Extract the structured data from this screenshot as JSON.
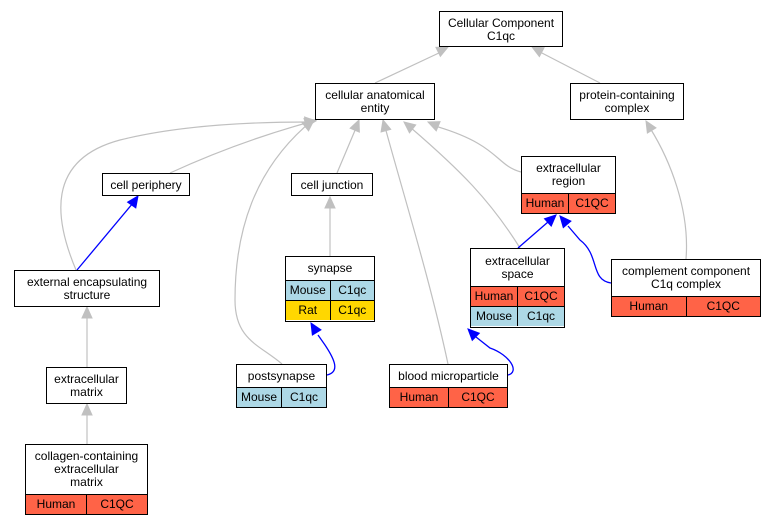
{
  "colors": {
    "human": "#ff6347",
    "mouse": "#add8e6",
    "rat": "#ffd700",
    "edge_gray": "#c0c0c0",
    "edge_blue": "#0000ff"
  },
  "nodes": {
    "cellular_component": {
      "lines": [
        "Cellular Component",
        "C1qc"
      ]
    },
    "cellular_anatomical_entity": {
      "lines": [
        "cellular anatomical",
        "entity"
      ]
    },
    "protein_containing_complex": {
      "lines": [
        "protein-containing",
        "complex"
      ]
    },
    "cell_periphery": {
      "lines": [
        "cell periphery"
      ]
    },
    "cell_junction": {
      "lines": [
        "cell junction"
      ]
    },
    "extracellular_region": {
      "lines": [
        "extracellular",
        "region"
      ],
      "rows": [
        {
          "species": "Human",
          "gene": "C1QC"
        }
      ]
    },
    "external_encapsulating_structure": {
      "lines": [
        "external encapsulating",
        "structure"
      ]
    },
    "synapse": {
      "lines": [
        "synapse"
      ],
      "rows": [
        {
          "species": "Mouse",
          "gene": "C1qc"
        },
        {
          "species": "Rat",
          "gene": "C1qc"
        }
      ]
    },
    "extracellular_space": {
      "lines": [
        "extracellular",
        "space"
      ],
      "rows": [
        {
          "species": "Human",
          "gene": "C1QC"
        },
        {
          "species": "Mouse",
          "gene": "C1qc"
        }
      ]
    },
    "complement_component": {
      "lines": [
        "complement component",
        "C1q complex"
      ],
      "rows": [
        {
          "species": "Human",
          "gene": "C1QC"
        }
      ]
    },
    "extracellular_matrix": {
      "lines": [
        "extracellular",
        "matrix"
      ]
    },
    "postsynapse": {
      "lines": [
        "postsynapse"
      ],
      "rows": [
        {
          "species": "Mouse",
          "gene": "C1qc"
        }
      ]
    },
    "blood_microparticle": {
      "lines": [
        "blood microparticle"
      ],
      "rows": [
        {
          "species": "Human",
          "gene": "C1QC"
        }
      ]
    },
    "collagen_ecm": {
      "lines": [
        "collagen-containing",
        "extracellular",
        "matrix"
      ],
      "rows": [
        {
          "species": "Human",
          "gene": "C1QC"
        }
      ]
    }
  }
}
